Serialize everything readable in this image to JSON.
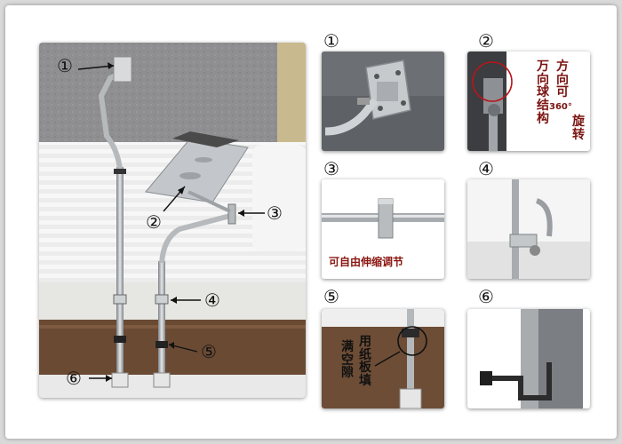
{
  "colors": {
    "accent_text": "#8a1610",
    "marker_circle": "#b8161b",
    "steel": "#a9acb0",
    "bed_sheet": "#f3f3f3",
    "wood": "#6a4a33"
  },
  "main": {
    "markers": [
      "①",
      "②",
      "③",
      "④",
      "⑤",
      "⑥"
    ]
  },
  "panels": [
    {
      "number": "①"
    },
    {
      "number": "②",
      "text_col1": "万向球结构",
      "text_col2": "方向可",
      "text_col3_prefix": "360°",
      "text_col3": "旋转"
    },
    {
      "number": "③",
      "caption": "可自由伸缩调节"
    },
    {
      "number": "④"
    },
    {
      "number": "⑤",
      "text_col1": "满空隙",
      "text_col2": "用纸板填"
    },
    {
      "number": "⑥"
    }
  ]
}
